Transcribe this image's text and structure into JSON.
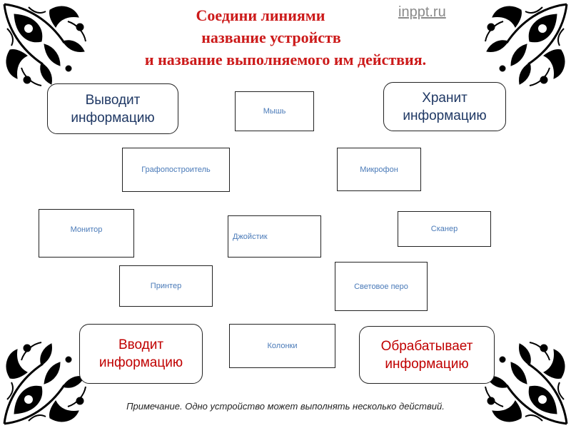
{
  "title": {
    "line1": "Соедини линиями",
    "line2": "название устройств",
    "line3": "и название выполняемого им действия."
  },
  "site_link": "inppt.ru",
  "actions": {
    "output": [
      "Выводит",
      "информацию"
    ],
    "store": [
      "Хранит",
      "информацию"
    ],
    "input": [
      "Вводит",
      "информацию"
    ],
    "process": [
      "Обрабатывает",
      "информацию"
    ]
  },
  "devices": {
    "mouse": "Мышь",
    "plotter": "Графопостроитель",
    "microphone": "Микрофон",
    "monitor": "Монитор",
    "joystick": "Джойстик",
    "scanner": "Сканер",
    "printer": "Принтер",
    "light_pen": "Световое перо",
    "speakers": "Колонки"
  },
  "note": "Примечание. Одно устройство может выполнять несколько действий.",
  "colors": {
    "title": "#cc1a1a",
    "action_blue": "#1f3864",
    "action_red": "#c00000",
    "device_text": "#4a7ab8",
    "ornament": "#000000"
  },
  "icons": {
    "corner_ornament": "floral-corner-ornament-icon"
  }
}
